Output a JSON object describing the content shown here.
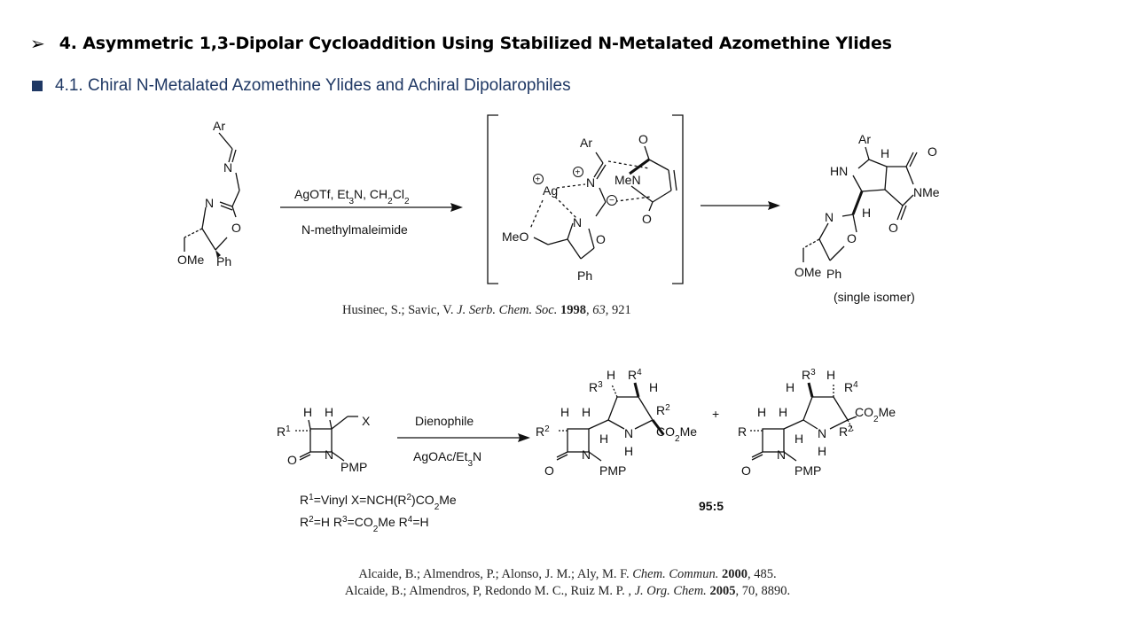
{
  "header": {
    "title": "4. Asymmetric 1,3-Dipolar Cycloaddition Using Stabilized N-Metalated Azomethine Ylides",
    "subtitle": "4.1. Chiral N-Metalated Azomethine Ylides and Achiral Dipolarophiles"
  },
  "scheme1": {
    "reagent_top": "AgOTf, Et3N, CH2Cl2",
    "reagent_bottom": "N-methylmaleimide",
    "product_note": "(single isomer)",
    "reference": {
      "authors": "Husinec, S.; Savic, V.",
      "journal": "J. Serb. Chem. Soc.",
      "year": "1998",
      "volume": "63",
      "pages": "921"
    }
  },
  "scheme2": {
    "reagent_top": "Dienophile",
    "reagent_bottom": "AgOAc/Et3N",
    "ratio": "95:5",
    "conditions_line1": "R1=Vinyl   X=NCH(R2)CO2Me",
    "conditions_line2": "R2=H R3=CO2Me R4=H",
    "references": [
      {
        "authors": "Alcaide, B.; Almendros, P.; Alonso, J. M.; Aly, M. F.",
        "journal": "Chem. Commun.",
        "year": "2000",
        "tail": ", 485."
      },
      {
        "authors": "Alcaide, B.; Almendros, P, Redondo M. C., Ruiz M. P. ,",
        "journal": "J. Org. Chem.",
        "year": "2005",
        "tail": ", 70, 8890."
      }
    ]
  }
}
